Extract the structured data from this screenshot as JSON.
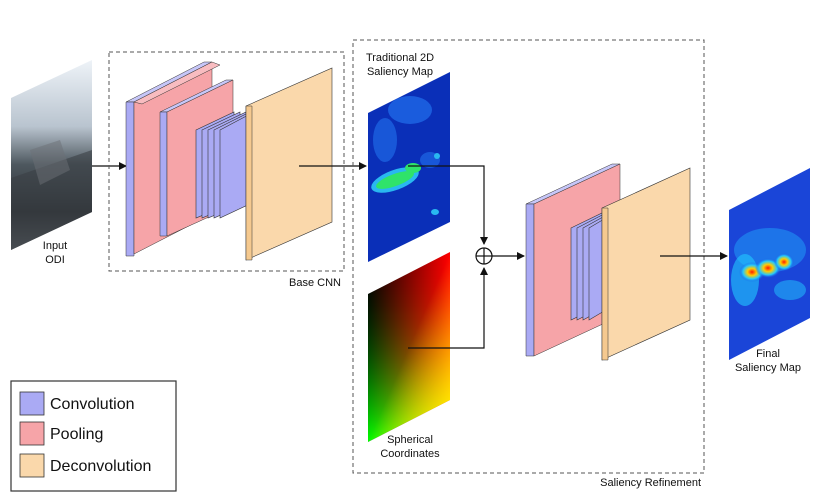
{
  "labels": {
    "input_line1": "Input",
    "input_line2": "ODI",
    "base_cnn": "Base CNN",
    "trad_line1": "Traditional 2D",
    "trad_line2": "Saliency Map",
    "spherical_line1": "Spherical",
    "spherical_line2": "Coordinates",
    "saliency_refinement": "Saliency Refinement",
    "final_line1": "Final",
    "final_line2": "Saliency Map"
  },
  "legend": [
    {
      "label": "Convolution",
      "color": "#aaaaf4"
    },
    {
      "label": "Pooling",
      "color": "#f6a4a8"
    },
    {
      "label": "Deconvolution",
      "color": "#fad8ab"
    }
  ],
  "colors": {
    "convolution": "#aaaaf4",
    "pooling": "#f6a4a8",
    "deconvolution": "#fad8ab",
    "box_border": "#555555",
    "arrow": "#111111"
  }
}
